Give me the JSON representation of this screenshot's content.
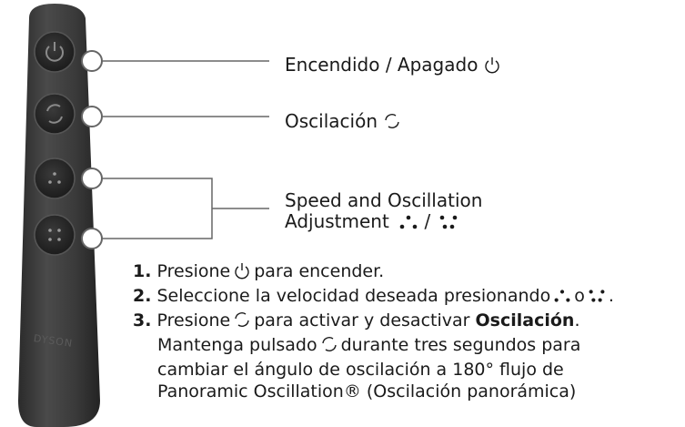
{
  "remote": {
    "brand_text": "DYSON",
    "buttons": [
      {
        "name": "power",
        "icon": "power-icon"
      },
      {
        "name": "oscillation",
        "icon": "oscillation-icon"
      },
      {
        "name": "speed-down",
        "icon": "three-dots-icon"
      },
      {
        "name": "speed-up",
        "icon": "four-dots-icon"
      }
    ]
  },
  "labels": {
    "power": "Encendido / Apagado",
    "oscillation": "Oscilación",
    "speed_line1": "Speed and Oscillation",
    "speed_line2": "Adjustment",
    "speed_sep": "/"
  },
  "steps": {
    "s1_num": "1.",
    "s1_a": "Presione",
    "s1_b": "para encender.",
    "s2_num": "2.",
    "s2_a": "Seleccione la velocidad deseada presionando",
    "s2_b": "o",
    "s2_c": ".",
    "s3_num": "3.",
    "s3_a": "Presione",
    "s3_b": "para activar y desactivar",
    "s3_bold": "Oscilación",
    "s3_c": ".",
    "s3_l2a": "Mantenga pulsado",
    "s3_l2b": "durante tres segundos para",
    "s3_l3": "cambiar el ángulo de oscilación a 180° flujo de",
    "s3_l4": "Panoramic Oscillation® (Oscilación panorámica)"
  },
  "colors": {
    "remote_body": "#3c3c3c",
    "button": "#2a2a2a",
    "text": "#1a1a1a"
  }
}
